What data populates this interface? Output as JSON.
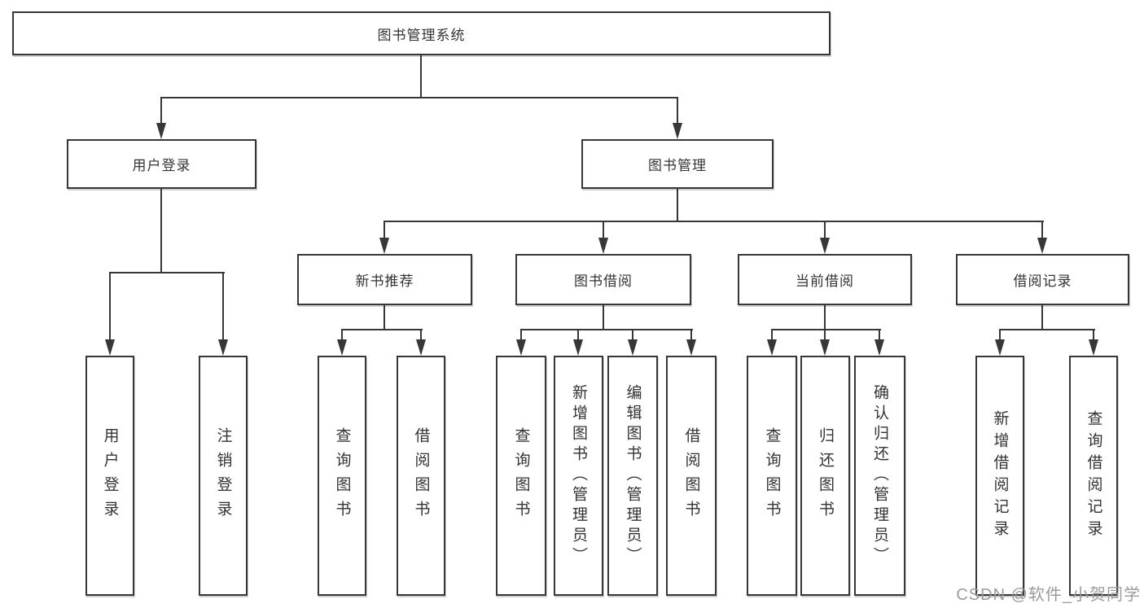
{
  "tree": {
    "root": {
      "label": "图书管理系统",
      "children": [
        {
          "label": "用户登录",
          "children": [
            {
              "label": "用户登录"
            },
            {
              "label": "注销登录"
            }
          ]
        },
        {
          "label": "图书管理",
          "children": [
            {
              "label": "新书推荐",
              "children": [
                {
                  "label": "查询图书"
                },
                {
                  "label": "借阅图书"
                }
              ]
            },
            {
              "label": "图书借阅",
              "children": [
                {
                  "label": "查询图书"
                },
                {
                  "label": "新增图书（管理员）"
                },
                {
                  "label": "编辑图书（管理员）"
                },
                {
                  "label": "借阅图书"
                }
              ]
            },
            {
              "label": "当前借阅",
              "children": [
                {
                  "label": "查询图书"
                },
                {
                  "label": "归还图书"
                },
                {
                  "label": "确认归还（管理员）"
                }
              ]
            },
            {
              "label": "借阅记录",
              "children": [
                {
                  "label": "新增借阅记录"
                },
                {
                  "label": "查询借阅记录"
                }
              ]
            }
          ]
        }
      ]
    }
  },
  "watermark": {
    "text": "CSDN @软件_小贺同学"
  },
  "colors": {
    "line": "#373737",
    "text": "#333333",
    "watermark_gray": "#9b9b9b",
    "background": "#ffffff"
  }
}
